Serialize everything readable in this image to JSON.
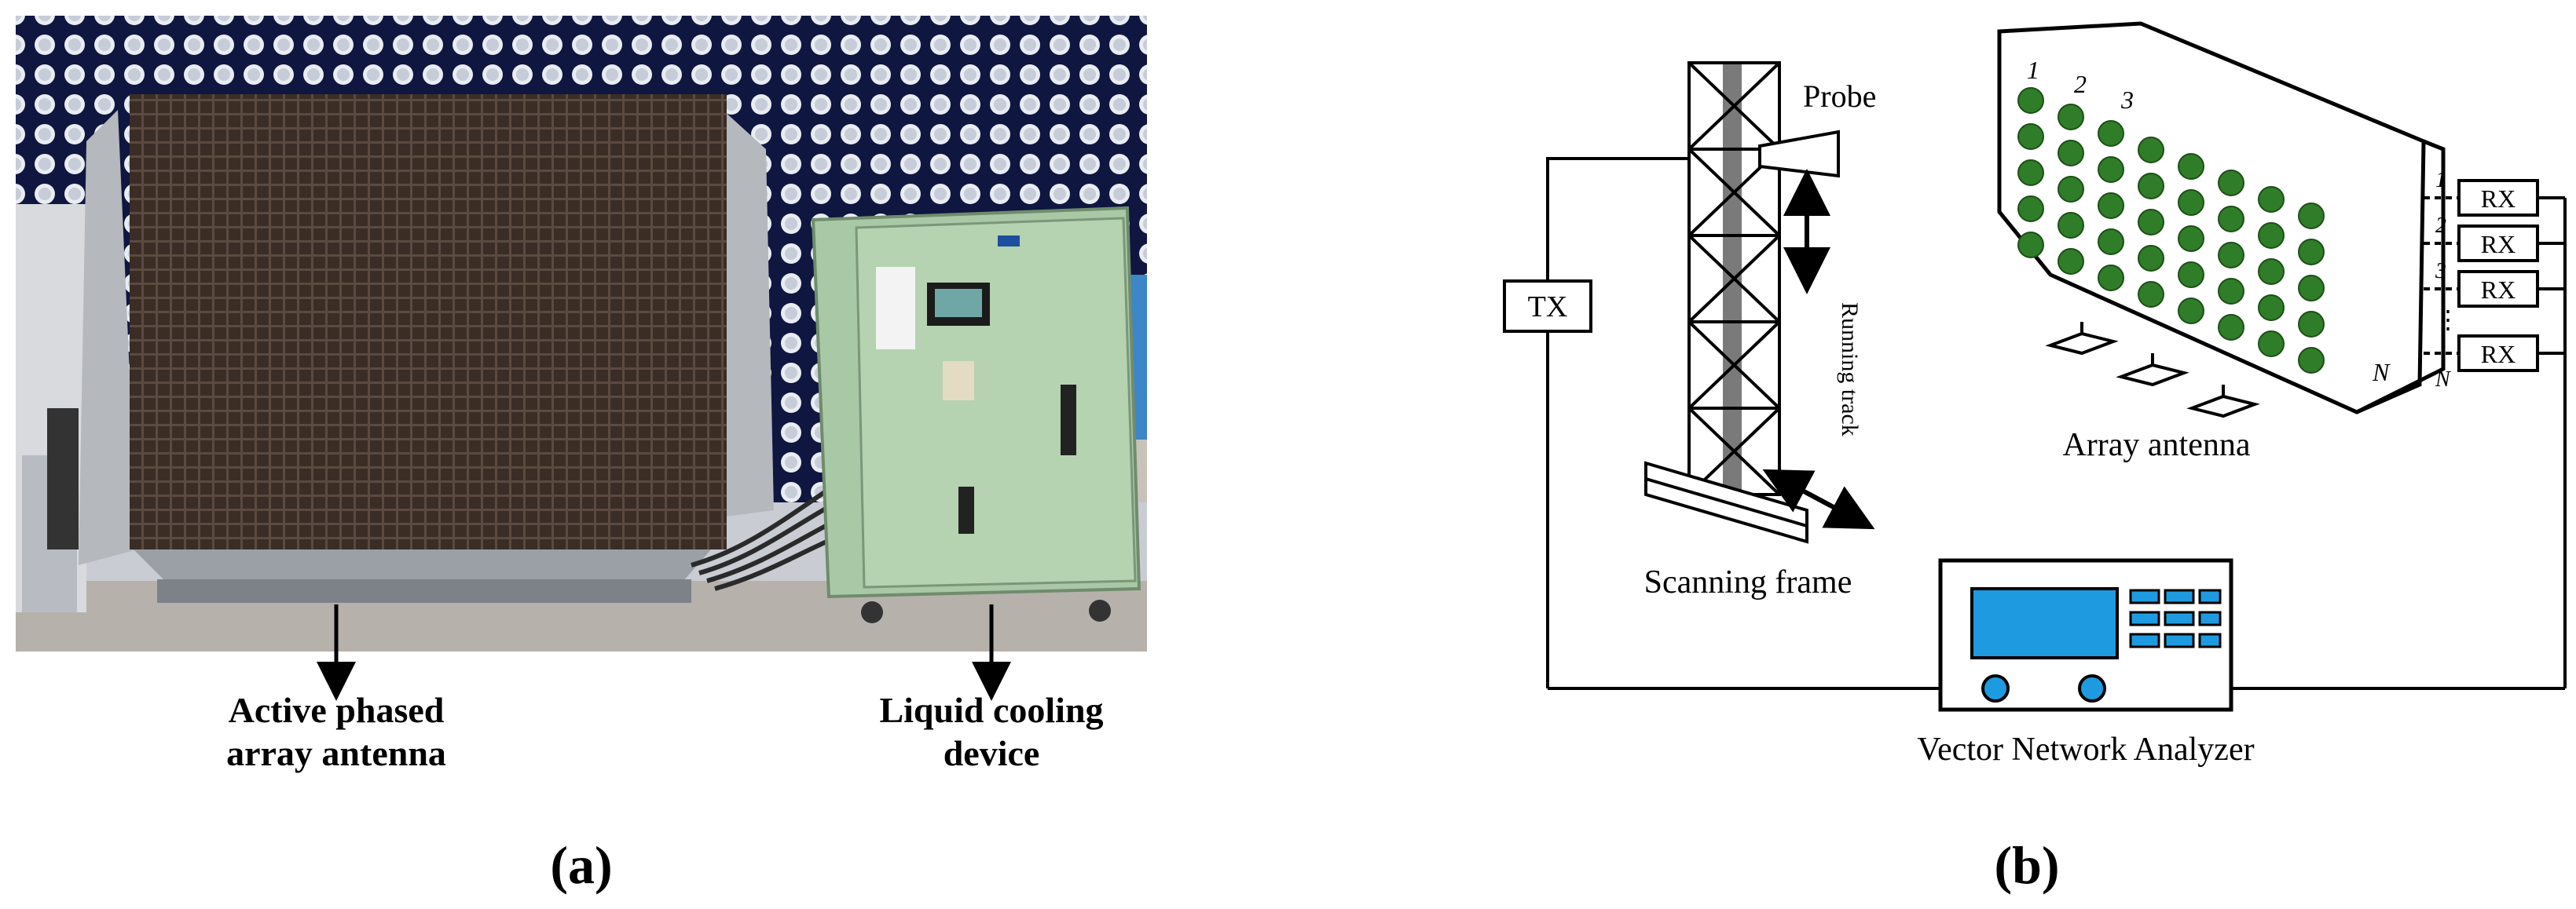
{
  "panel_a": {
    "label_antenna_line1": "Active phased",
    "label_antenna_line2": "array antenna",
    "label_cooling_line1": "Liquid cooling",
    "label_cooling_line2": "device",
    "caption": "(a)"
  },
  "panel_b": {
    "probe_label": "Probe",
    "tx_label": "TX",
    "running_track_label": "Running track",
    "scanning_frame_label": "Scanning frame",
    "array_antenna_label": "Array antenna",
    "vna_label": "Vector Network Analyzer",
    "element_index_1": "1",
    "element_index_2": "2",
    "element_index_3": "3",
    "element_index_n": "N",
    "rx_rows": [
      {
        "index": "1",
        "label": "RX"
      },
      {
        "index": "2",
        "label": "RX"
      },
      {
        "index": "3",
        "label": "RX"
      },
      {
        "index": "N",
        "label": "RX"
      }
    ],
    "rx_ellipsis": "⋮",
    "caption": "(b)"
  },
  "colors": {
    "element_green": "#2f7d28",
    "screen_blue": "#1e9be0",
    "knob_blue": "#1e9be0",
    "anechoic_blue": "#121a4a",
    "chiller_green": "#a9c8a6"
  }
}
